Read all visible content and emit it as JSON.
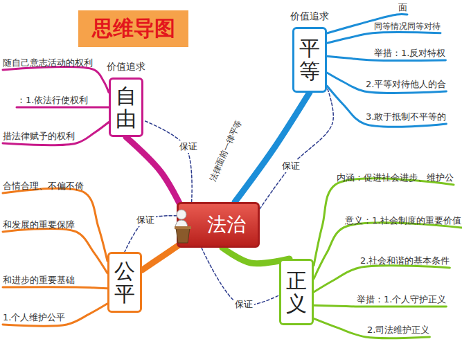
{
  "diagram": {
    "title": "思维导图",
    "nodes": [
      {
        "text": [
          "法治"
        ]
      },
      {
        "text": [
          "价值追求",
          "自由"
        ]
      },
      {
        "text": [
          "价值追求",
          "平等"
        ]
      },
      {
        "text": [
          "公平"
        ]
      },
      {
        "text": [
          "正义"
        ]
      }
    ],
    "edges": [
      {
        "from": 0,
        "to": 1,
        "arrow": "none"
      },
      {
        "from": 0,
        "to": 1,
        "label": "保证",
        "arrow": "none"
      },
      {
        "from": 0,
        "to": 2,
        "label": "法律面前一律平等",
        "arrow": "none"
      },
      {
        "from": 0,
        "to": 2,
        "label": "保证",
        "arrow": "none"
      },
      {
        "from": 0,
        "to": 3,
        "arrow": "none"
      },
      {
        "from": 0,
        "to": 3,
        "label": "保证",
        "arrow": "none"
      },
      {
        "from": 0,
        "to": 4,
        "arrow": "none"
      },
      {
        "from": 0,
        "to": 4,
        "label": "保证",
        "arrow": "none"
      }
    ],
    "labels": [
      "随自己意志活动的权利",
      "：1.依法行使权利",
      "措法律赋予的权利",
      "面",
      "同等情况同等对待",
      "举措：1.反对特权",
      "2.平等对待他人的合",
      "3.敢于抵制不平等的",
      "合情合理、不偏不倚",
      "和发展的重要保障",
      "和进步的重要基础",
      "1.个人维护公平",
      "内涵：促进社会进步、维护公",
      "意义：1.社会制度的重要价值",
      "2.社会和谐的基本条件",
      "举措：1.个人守护正义",
      "2.司法维护正义"
    ]
  }
}
